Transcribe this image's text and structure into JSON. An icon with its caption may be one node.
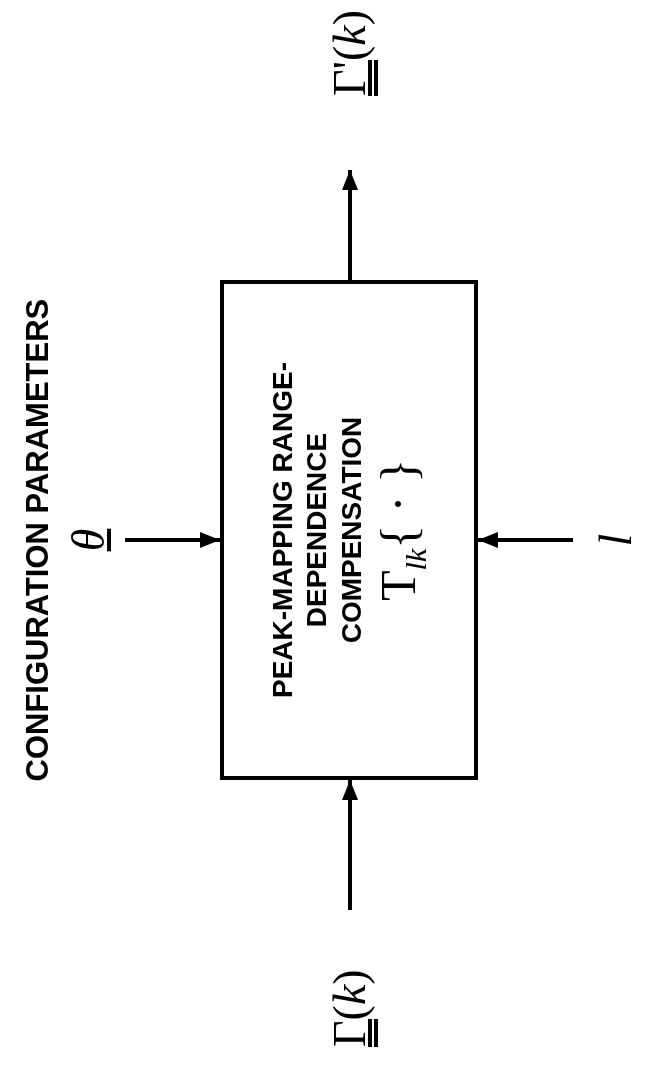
{
  "diagram": {
    "nodes": [
      {
        "text": [
          "PEAK-MAPPING RANGE-DEPENDENCE COMPENSATION",
          "T$_{lk}${ · }"
        ]
      },
      {
        "text": [
          "Γ(*k*)"
        ]
      },
      {
        "text": [
          "θ"
        ],
        "beside": [
          "CONFIGURATION PARAMETERS"
        ]
      },
      {
        "text": [
          "l"
        ]
      },
      {
        "text": [
          "Γ'(*k*)"
        ]
      }
    ],
    "edges": [
      {
        "from": 1,
        "to": 0,
        "arrow": "to"
      },
      {
        "from": 2,
        "to": 0,
        "arrow": "to"
      },
      {
        "from": 3,
        "to": 0,
        "arrow": "to"
      },
      {
        "from": 0,
        "to": 4,
        "arrow": "to"
      }
    ]
  }
}
